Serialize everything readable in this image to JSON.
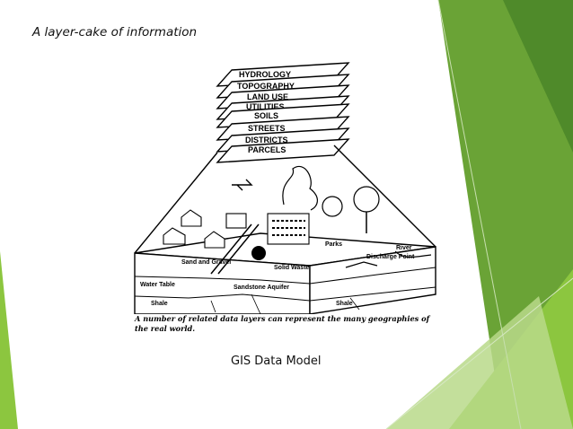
{
  "slide": {
    "title": "A layer-cake of information",
    "caption": "A number of related data layers can represent the many geographies of the real world.",
    "model_label": "GIS Data Model"
  },
  "layers": [
    "HYDROLOGY",
    "TOPOGRAPHY",
    "LAND USE",
    "UTILITIES",
    "SOILS",
    "STREETS",
    "DISTRICTS",
    "PARCELS"
  ],
  "landscape_labels": {
    "parks": "Parks",
    "river": "River",
    "discharge_point": "Discharge Point",
    "sand_gravel": "Sand and Gravel",
    "solid_waste": "Solid Waste",
    "water_table": "Water Table",
    "sandstone_aquifer": "Sandstone Aquifer",
    "shale_left": "Shale",
    "shale_right": "Shale"
  },
  "colors": {
    "accent_green_light": "#b8d98a",
    "accent_green_mid": "#8cc63f",
    "accent_green_dark": "#5a9a2a"
  }
}
